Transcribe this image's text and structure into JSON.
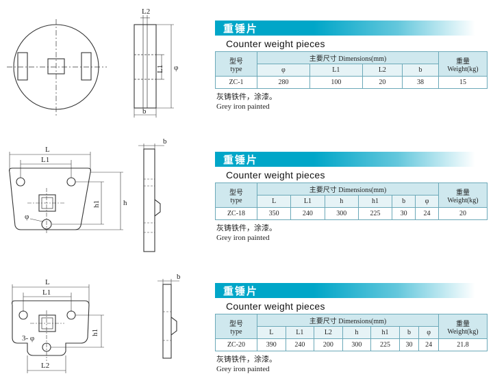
{
  "sections": [
    {
      "title_zh": "重锤片",
      "title_en": "Counter weight pieces",
      "type_label_zh": "型号",
      "type_label_en": "type",
      "dims_header": "主要尺寸 Dimensions(mm)",
      "weight_label_zh": "重量",
      "weight_label_en": "Weight(kg)",
      "columns": [
        "φ",
        "L1",
        "L2",
        "b"
      ],
      "row": {
        "type": "ZC-1",
        "values": [
          "280",
          "100",
          "20",
          "38"
        ],
        "weight": "15"
      },
      "note_zh": "灰铸铁件，涂漆。",
      "note_en": "Grey iron painted"
    },
    {
      "title_zh": "重锤片",
      "title_en": "Counter weight pieces",
      "type_label_zh": "型号",
      "type_label_en": "type",
      "dims_header": "主要尺寸 Dimensions(mm)",
      "weight_label_zh": "重量",
      "weight_label_en": "Weight(kg)",
      "columns": [
        "L",
        "L1",
        "h",
        "h1",
        "b",
        "φ"
      ],
      "row": {
        "type": "ZC-18",
        "values": [
          "350",
          "240",
          "300",
          "225",
          "30",
          "24"
        ],
        "weight": "20"
      },
      "note_zh": "灰铸铁件，涂漆。",
      "note_en": "Grey iron painted"
    },
    {
      "title_zh": "重锤片",
      "title_en": "Counter weight pieces",
      "type_label_zh": "型号",
      "type_label_en": "type",
      "dims_header": "主要尺寸 Dimensions(mm)",
      "weight_label_zh": "重量",
      "weight_label_en": "Weight(kg)",
      "columns": [
        "L",
        "L1",
        "L2",
        "h",
        "h1",
        "b",
        "φ"
      ],
      "row": {
        "type": "ZC-20",
        "values": [
          "390",
          "240",
          "200",
          "300",
          "225",
          "30",
          "24"
        ],
        "weight": "21.8"
      },
      "note_zh": "灰铸铁件，涂漆。",
      "note_en": "Grey iron painted"
    }
  ],
  "drawing_labels": {
    "d1": {
      "L2": "L2",
      "L1": "L1",
      "phi": "φ",
      "b": "b"
    },
    "d2": {
      "L": "L",
      "L1": "L1",
      "h1": "h1",
      "h": "h",
      "phi": "φ",
      "b": "b"
    },
    "d3": {
      "L": "L",
      "L1": "L1",
      "h1": "h1",
      "phi": "3- φ",
      "L2": "L2",
      "b": "b"
    }
  }
}
